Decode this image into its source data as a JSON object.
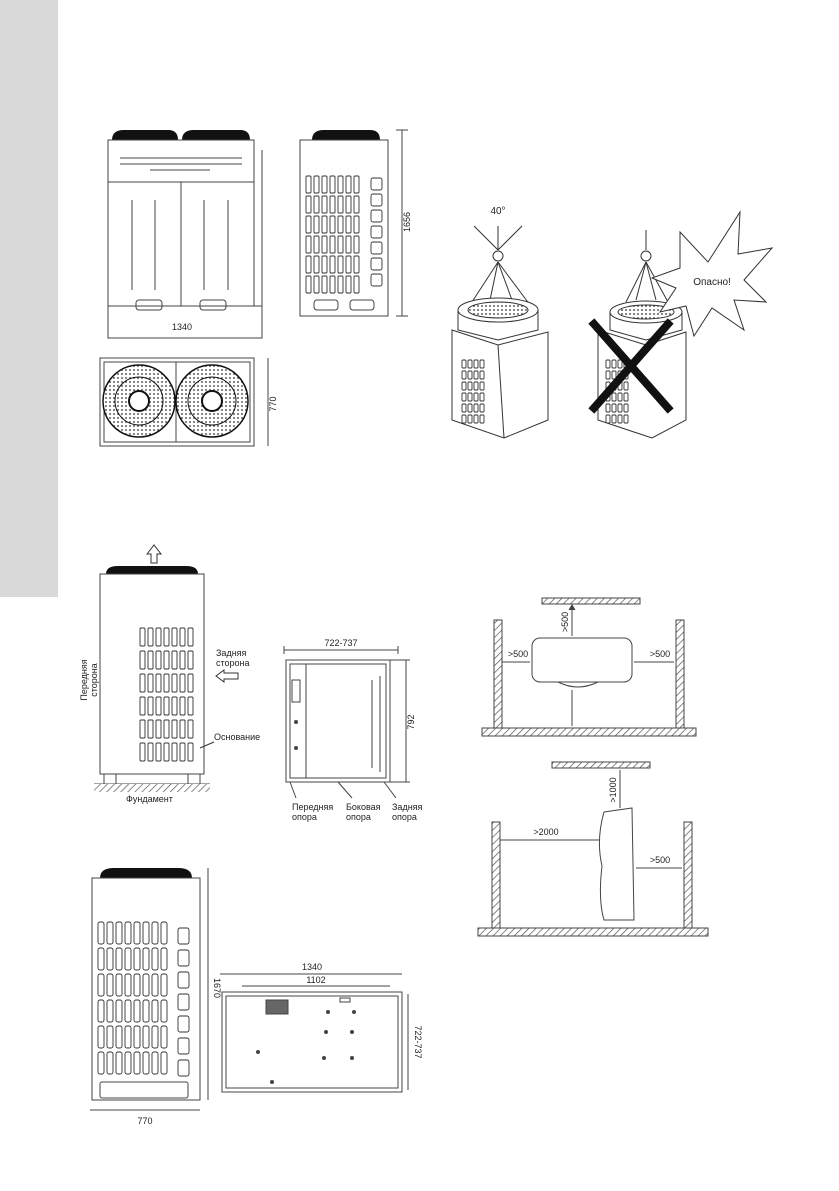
{
  "unit_top_views": {
    "width_dim": "1340",
    "height_dim": "1656",
    "depth_dim": "770"
  },
  "lifting": {
    "angle_label": "40°",
    "danger_label": "Опасно!"
  },
  "installation_side": {
    "front_label_1": "Передняя",
    "front_label_2": "сторона",
    "back_label_1": "Задняя",
    "back_label_2": "сторона",
    "base_label": "Основание",
    "foundation_label": "Фундамент"
  },
  "base_plan": {
    "width_dim": "722-737",
    "depth_dim": "792",
    "front_support_1": "Передняя",
    "front_support_2": "опора",
    "side_support_1": "Боковая",
    "side_support_2": "опора",
    "rear_support_1": "Задняя",
    "rear_support_2": "опора"
  },
  "clearance_top": {
    "top": ">500",
    "left": ">500",
    "right": ">500"
  },
  "clearance_side": {
    "top": ">1000",
    "left": ">2000",
    "right": ">500"
  },
  "bottom_views": {
    "height_dim": "1670",
    "width_small": "770",
    "width_dim": "1340",
    "inner_dim": "1102",
    "depth_dim": "722-737"
  }
}
